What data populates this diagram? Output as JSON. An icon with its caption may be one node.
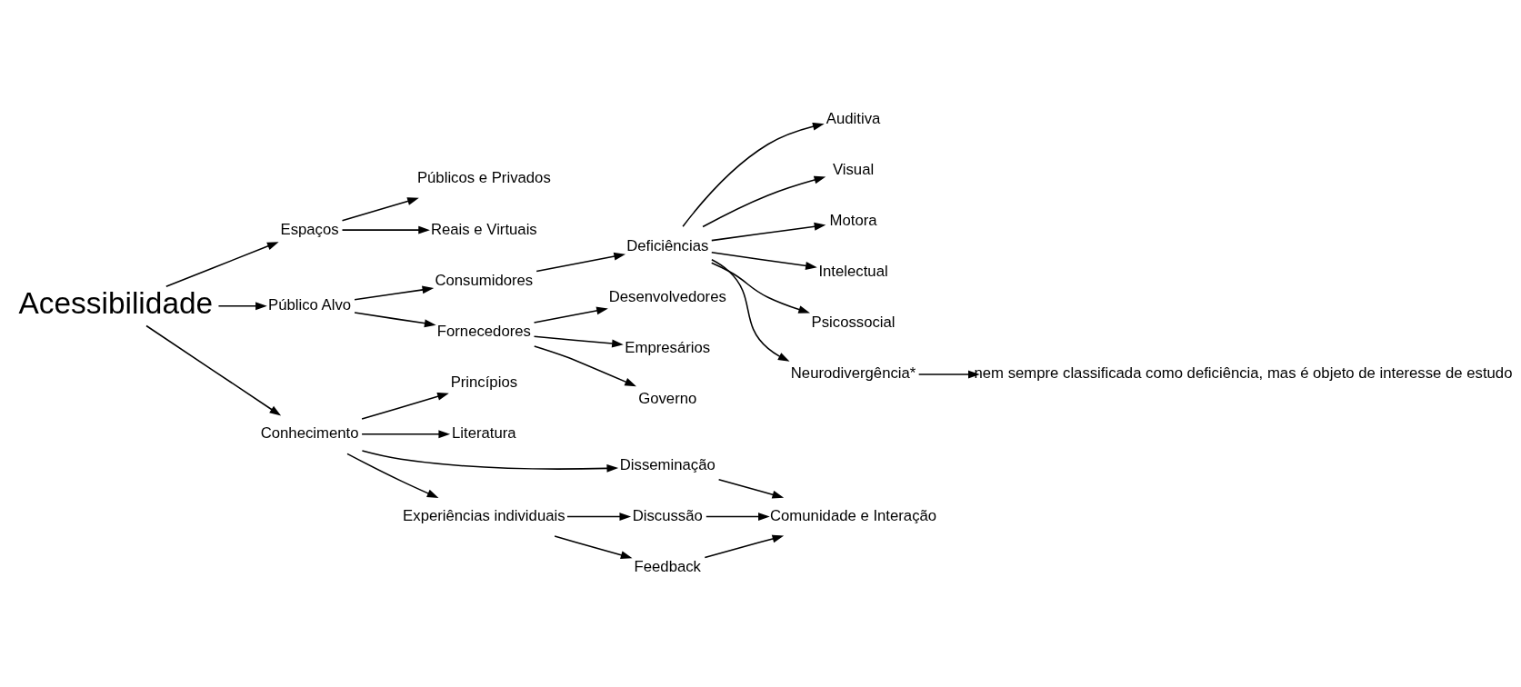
{
  "diagram": {
    "nodes": [
      {
        "text": [
          "Acessibilidade"
        ]
      },
      {
        "text": [
          "Espaços"
        ]
      },
      {
        "text": [
          "Públicos e Privados"
        ]
      },
      {
        "text": [
          "Reais e Virtuais"
        ]
      },
      {
        "text": [
          "Público Alvo"
        ]
      },
      {
        "text": [
          "Consumidores"
        ]
      },
      {
        "text": [
          "Fornecedores"
        ]
      },
      {
        "text": [
          "Deficiências"
        ]
      },
      {
        "text": [
          "Auditiva"
        ]
      },
      {
        "text": [
          "Visual"
        ]
      },
      {
        "text": [
          "Motora"
        ]
      },
      {
        "text": [
          "Intelectual"
        ]
      },
      {
        "text": [
          "Psicossocial"
        ]
      },
      {
        "text": [
          "Neurodivergência*"
        ]
      },
      {
        "text": [
          "nem sempre classificada como deficiência, mas é objeto de interesse de estudo"
        ]
      },
      {
        "text": [
          "Desenvolvedores"
        ]
      },
      {
        "text": [
          "Empresários"
        ]
      },
      {
        "text": [
          "Governo"
        ]
      },
      {
        "text": [
          "Conhecimento"
        ]
      },
      {
        "text": [
          "Princípios"
        ]
      },
      {
        "text": [
          "Literatura"
        ]
      },
      {
        "text": [
          "Disseminação"
        ]
      },
      {
        "text": [
          "Experiências individuais"
        ]
      },
      {
        "text": [
          "Discussão"
        ]
      },
      {
        "text": [
          "Feedback"
        ]
      },
      {
        "text": [
          "Comunidade e Interação"
        ]
      }
    ],
    "edges": [
      {
        "from": 0,
        "to": 1,
        "arrow": "to"
      },
      {
        "from": 1,
        "to": 2,
        "arrow": "to"
      },
      {
        "from": 1,
        "to": 3,
        "arrow": "to"
      },
      {
        "from": 0,
        "to": 4,
        "arrow": "to"
      },
      {
        "from": 4,
        "to": 5,
        "arrow": "to"
      },
      {
        "from": 4,
        "to": 6,
        "arrow": "to"
      },
      {
        "from": 5,
        "to": 7,
        "arrow": "to"
      },
      {
        "from": 7,
        "to": 8,
        "arrow": "to"
      },
      {
        "from": 7,
        "to": 9,
        "arrow": "to"
      },
      {
        "from": 7,
        "to": 10,
        "arrow": "to"
      },
      {
        "from": 7,
        "to": 11,
        "arrow": "to"
      },
      {
        "from": 7,
        "to": 12,
        "arrow": "to"
      },
      {
        "from": 7,
        "to": 13,
        "arrow": "to"
      },
      {
        "from": 13,
        "to": 14,
        "arrow": "to"
      },
      {
        "from": 6,
        "to": 15,
        "arrow": "to"
      },
      {
        "from": 6,
        "to": 16,
        "arrow": "to"
      },
      {
        "from": 6,
        "to": 17,
        "arrow": "to"
      },
      {
        "from": 0,
        "to": 18,
        "arrow": "to"
      },
      {
        "from": 18,
        "to": 19,
        "arrow": "to"
      },
      {
        "from": 18,
        "to": 20,
        "arrow": "to"
      },
      {
        "from": 18,
        "to": 21,
        "arrow": "to"
      },
      {
        "from": 18,
        "to": 22,
        "arrow": "to"
      },
      {
        "from": 21,
        "to": 25,
        "arrow": "to"
      },
      {
        "from": 22,
        "to": 23,
        "arrow": "to"
      },
      {
        "from": 22,
        "to": 24,
        "arrow": "to"
      },
      {
        "from": 23,
        "to": 25,
        "arrow": "to"
      },
      {
        "from": 24,
        "to": 25,
        "arrow": "to"
      }
    ]
  }
}
